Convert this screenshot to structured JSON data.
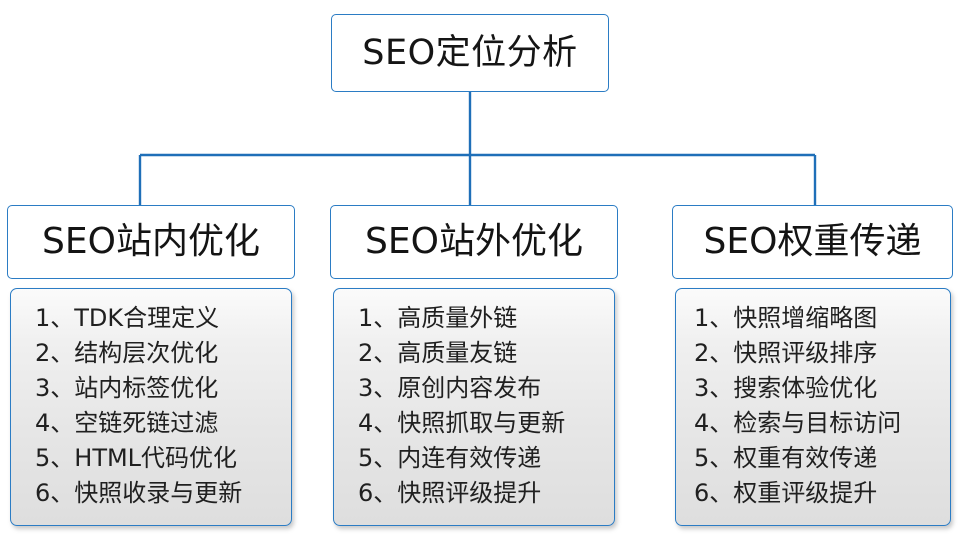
{
  "diagram": {
    "type": "org-tree",
    "root": {
      "label": "SEO定位分析"
    },
    "branches": [
      {
        "title": "SEO站内优化",
        "items": [
          "1、TDK合理定义",
          "2、结构层次优化",
          "3、站内标签优化",
          "4、空链死链过滤",
          "5、HTML代码优化",
          "6、快照收录与更新"
        ]
      },
      {
        "title": "SEO站外优化",
        "items": [
          "1、高质量外链",
          "2、高质量友链",
          "3、原创内容发布",
          "4、快照抓取与更新",
          "5、内连有效传递",
          "6、快照评级提升"
        ]
      },
      {
        "title": "SEO权重传递",
        "items": [
          "1、快照增缩略图",
          "2、快照评级排序",
          "3、搜索体验优化",
          "4、检索与目标访问",
          "5、权重有效传递",
          "6、权重评级提升"
        ]
      }
    ],
    "colors": {
      "border": "#2b7cc4",
      "connector": "#1f6fb8",
      "root_fill": "#ffffff",
      "category_fill": "#ffffff",
      "item_fill": "#e6e6e6",
      "text": "#151515"
    }
  }
}
